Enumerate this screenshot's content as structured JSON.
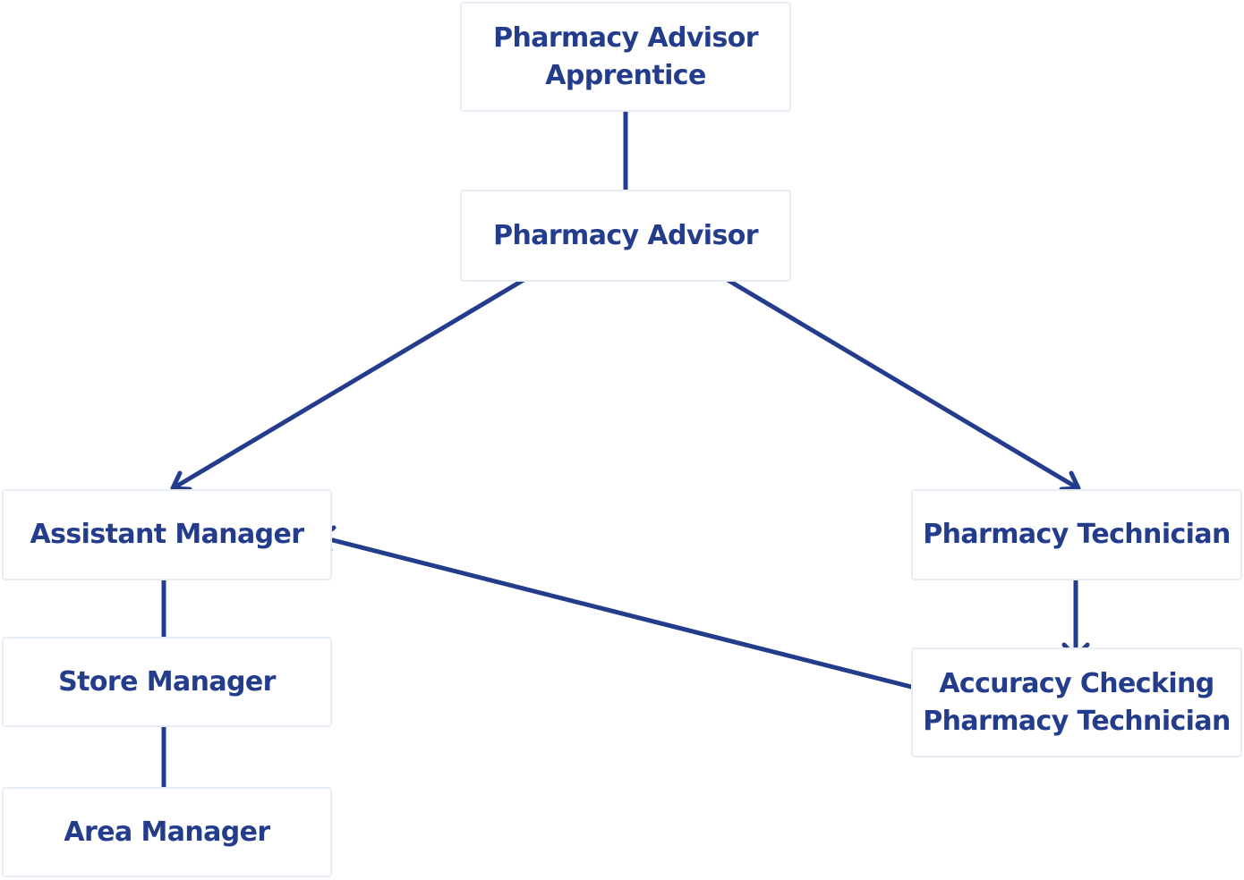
{
  "nodes": {
    "pharmacy_advisor_apprentice": {
      "line1": "Pharmacy Advisor",
      "line2": "Apprentice"
    },
    "pharmacy_advisor": {
      "label": "Pharmacy Advisor"
    },
    "assistant_manager": {
      "label": "Assistant Manager"
    },
    "pharmacy_technician": {
      "label": "Pharmacy Technician"
    },
    "store_manager": {
      "label": "Store Manager"
    },
    "area_manager": {
      "label": "Area Manager"
    },
    "accuracy_checking_pharmacy_technician": {
      "line1": "Accuracy Checking",
      "line2": "Pharmacy Technician"
    }
  },
  "edges": [
    {
      "from": "Pharmacy Advisor Apprentice",
      "to": "Pharmacy Advisor"
    },
    {
      "from": "Pharmacy Advisor",
      "to": "Assistant Manager"
    },
    {
      "from": "Pharmacy Advisor",
      "to": "Pharmacy Technician"
    },
    {
      "from": "Assistant Manager",
      "to": "Store Manager"
    },
    {
      "from": "Store Manager",
      "to": "Area Manager"
    },
    {
      "from": "Pharmacy Technician",
      "to": "Accuracy Checking Pharmacy Technician"
    },
    {
      "from": "Accuracy Checking Pharmacy Technician",
      "to": "Assistant Manager"
    }
  ],
  "colors": {
    "text": "#233c8c",
    "arrow": "#233c8c",
    "box_border": "#e6edf5"
  }
}
